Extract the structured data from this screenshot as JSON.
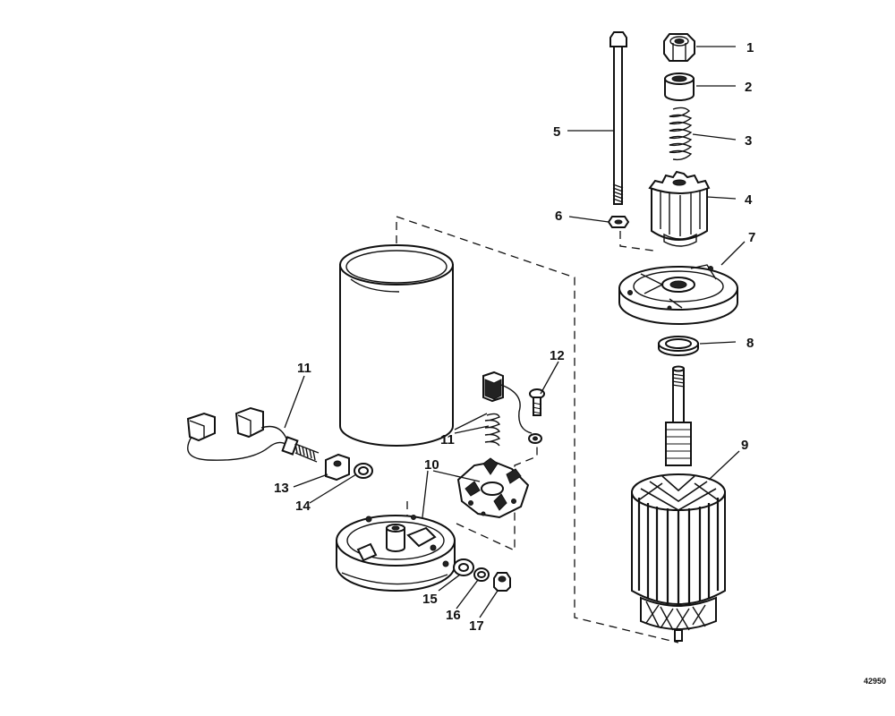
{
  "diagram": {
    "reference_number": "42950",
    "callouts": [
      {
        "id": "c1",
        "label": "1"
      },
      {
        "id": "c2",
        "label": "2"
      },
      {
        "id": "c3",
        "label": "3"
      },
      {
        "id": "c4",
        "label": "4"
      },
      {
        "id": "c5",
        "label": "5"
      },
      {
        "id": "c6",
        "label": "6"
      },
      {
        "id": "c7",
        "label": "7"
      },
      {
        "id": "c8",
        "label": "8"
      },
      {
        "id": "c9",
        "label": "9"
      },
      {
        "id": "c10",
        "label": "10"
      },
      {
        "id": "c11a",
        "label": "11"
      },
      {
        "id": "c11b",
        "label": "11"
      },
      {
        "id": "c12",
        "label": "12"
      },
      {
        "id": "c13",
        "label": "13"
      },
      {
        "id": "c14",
        "label": "14"
      },
      {
        "id": "c15",
        "label": "15"
      },
      {
        "id": "c16",
        "label": "16"
      },
      {
        "id": "c17",
        "label": "17"
      }
    ]
  }
}
